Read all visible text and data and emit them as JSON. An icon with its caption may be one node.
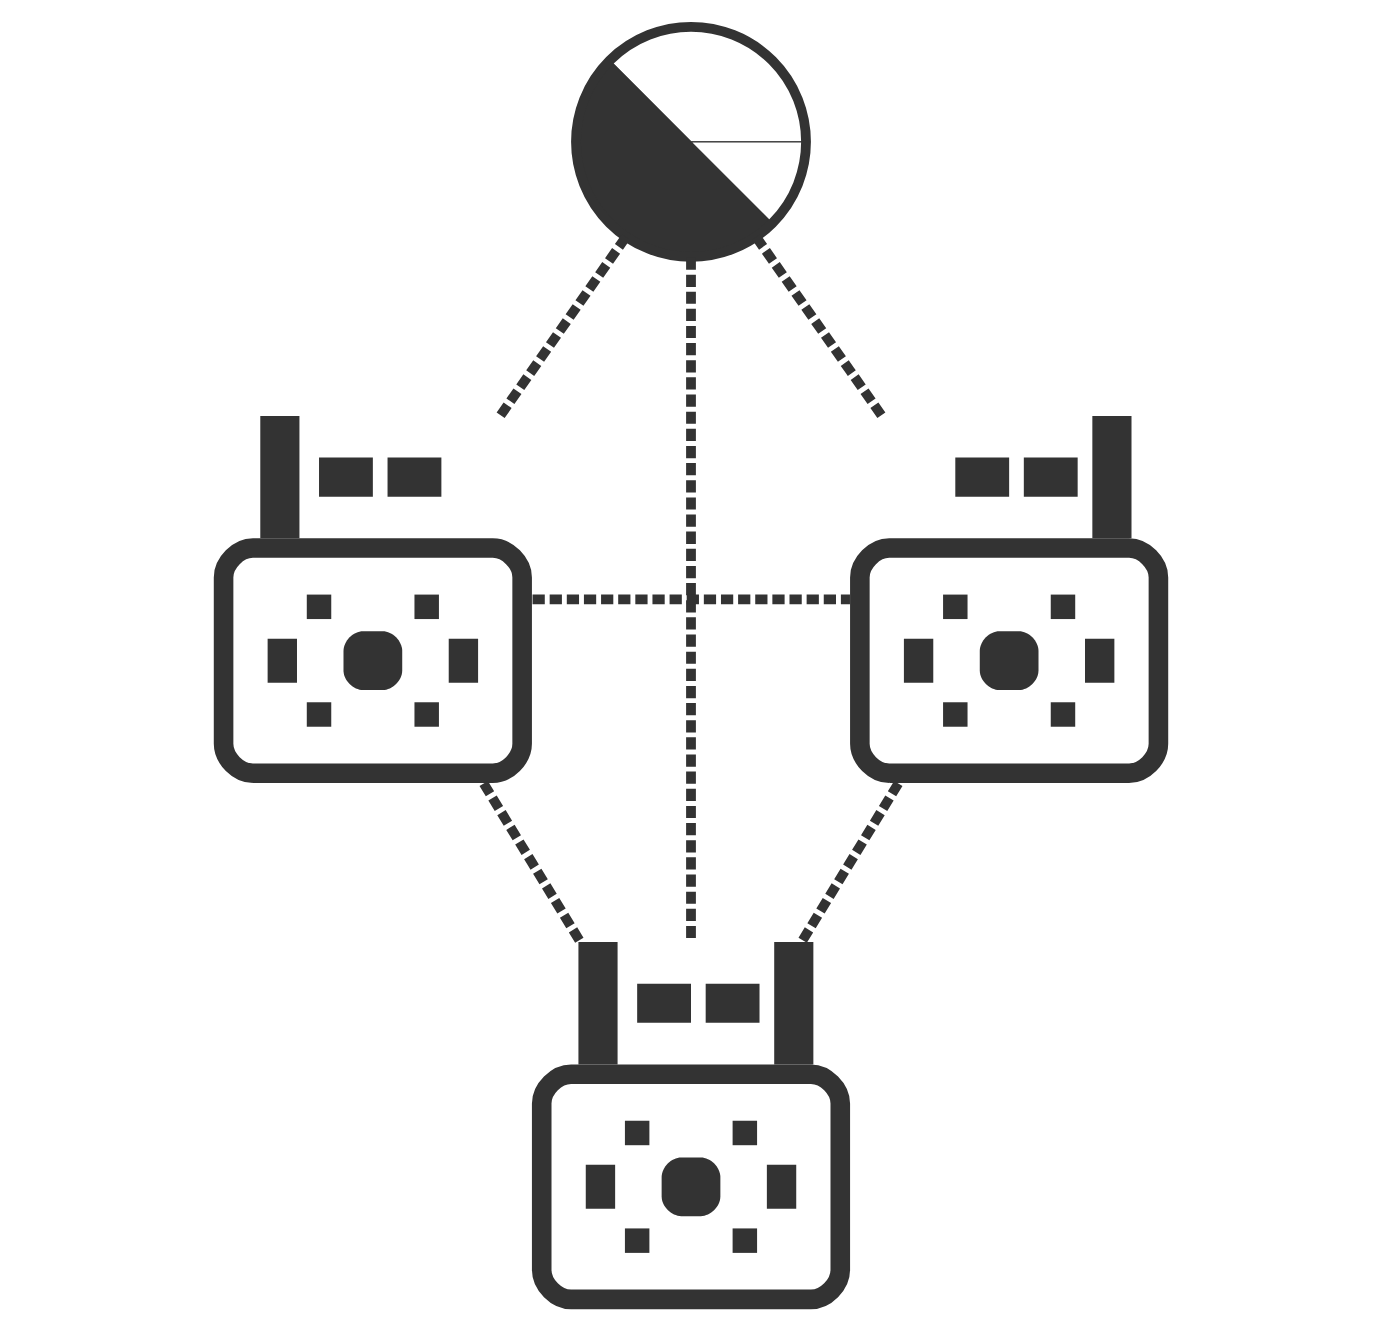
{
  "diagram": {
    "nodes": [
      {
        "text": [],
        "shape": "picture"
      },
      {
        "text": [],
        "shape": "picture"
      },
      {
        "text": [],
        "shape": "picture"
      },
      {
        "text": [],
        "shape": "picture"
      }
    ],
    "edges": [
      {
        "from": 0,
        "to": 1,
        "arrow": "none",
        "style": "dashed"
      },
      {
        "from": 0,
        "to": 2,
        "arrow": "none",
        "style": "dashed"
      },
      {
        "from": 0,
        "to": 3,
        "arrow": "none",
        "style": "dashed"
      },
      {
        "from": 1,
        "to": 2,
        "arrow": "none",
        "style": "dashed"
      },
      {
        "from": 1,
        "to": 3,
        "arrow": "none",
        "style": "dashed"
      },
      {
        "from": 2,
        "to": 3,
        "arrow": "none",
        "style": "dashed"
      }
    ]
  }
}
